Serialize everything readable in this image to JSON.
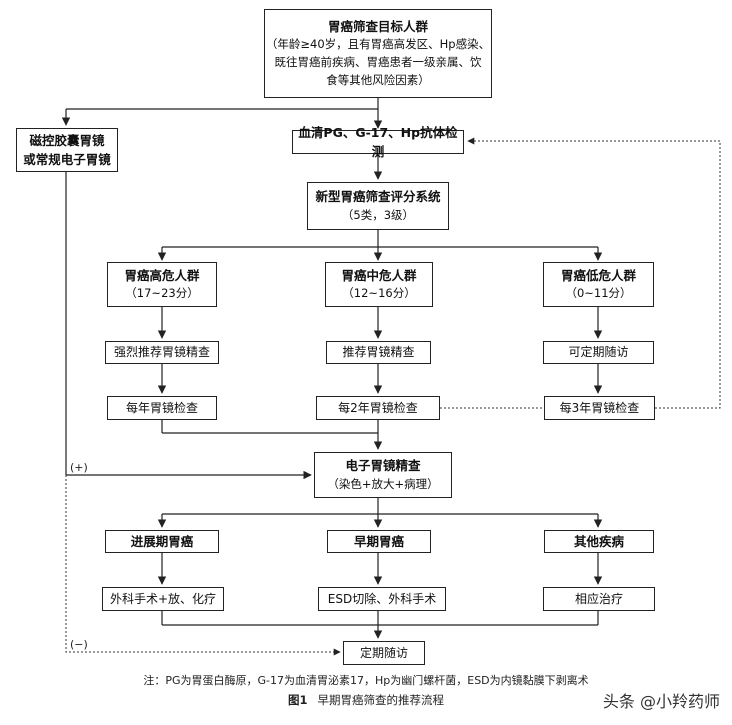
{
  "nodes": {
    "target_population": {
      "title": "胃癌筛查目标人群",
      "line1": "（年龄≥40岁，且有胃癌高发区、Hp感染、",
      "line2": "既往胃癌前疾病、胃癌患者一级亲属、饮",
      "line3": "食等其他风险因素）"
    },
    "capsule_endoscopy": {
      "line1": "磁控胶囊胃镜",
      "line2": "或常规电子胃镜"
    },
    "serum_test": {
      "label": "血清PG、G-17、Hp抗体检测"
    },
    "scoring_system": {
      "title": "新型胃癌筛查评分系统",
      "sub": "（5类，3级）"
    },
    "high_risk": {
      "title": "胃癌高危人群",
      "sub": "（17~23分）"
    },
    "mid_risk": {
      "title": "胃癌中危人群",
      "sub": "（12~16分）"
    },
    "low_risk": {
      "title": "胃癌低危人群",
      "sub": "（0~11分）"
    },
    "strongly_recommend": {
      "label": "强烈推荐胃镜精查"
    },
    "recommend": {
      "label": "推荐胃镜精查"
    },
    "regular_followup": {
      "label": "可定期随访"
    },
    "yearly_exam": {
      "label": "每年胃镜检查"
    },
    "biennial_exam": {
      "label": "每2年胃镜检查"
    },
    "triennial_exam": {
      "label": "每3年胃镜检查"
    },
    "electronic_endoscopy": {
      "title": "电子胃镜精查",
      "sub": "（染色+放大+病理）"
    },
    "advanced_cancer": {
      "label": "进展期胃癌"
    },
    "early_cancer": {
      "label": "早期胃癌"
    },
    "other_disease": {
      "label": "其他疾病"
    },
    "surgery_chemo": {
      "label": "外科手术+放、化疗"
    },
    "esd_surgery": {
      "label": "ESD切除、外科手术"
    },
    "treatment": {
      "label": "相应治疗"
    },
    "followup": {
      "label": "定期随访"
    }
  },
  "edges": {
    "positive": "(+)",
    "negative": "(−)"
  },
  "note": "注：PG为胃蛋白酶原，G-17为血清胃泌素17，Hp为幽门螺杆菌，ESD为内镜黏膜下剥离术",
  "caption": {
    "number": "图1",
    "title": "早期胃癌筛查的推荐流程"
  },
  "watermark": "头条 @小羚药师"
}
